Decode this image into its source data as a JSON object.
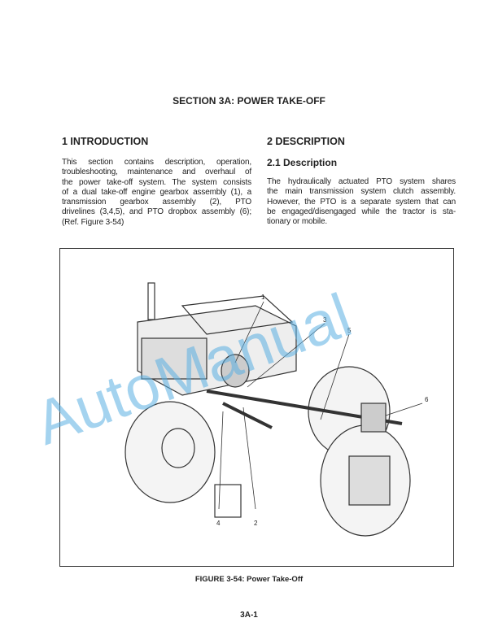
{
  "title": "SECTION 3A: POWER TAKE-OFF",
  "intro": {
    "heading": "1 INTRODUCTION",
    "lines": [
      "This section contains description, operation,",
      "troubleshooting, maintenance and overhaul of",
      "the power take-off system. The system consists",
      "of a dual take-off engine gearbox assembly (1), a",
      "transmission gearbox assembly (2), PTO",
      "drivelines (3,4,5), and PTO dropbox assembly (6);",
      "(Ref. Figure 3-54)"
    ]
  },
  "description": {
    "heading": "2 DESCRIPTION",
    "subheading": "2.1 Description",
    "lines": [
      "The hydraulically actuated PTO system shares",
      "the main transmission system clutch assembly.",
      "However, the PTO is a separate system that can",
      "be engaged/disengaged while the tractor is sta-",
      "tionary or mobile."
    ]
  },
  "figure": {
    "callouts": [
      "1",
      "2",
      "3",
      "4",
      "5",
      "6"
    ],
    "caption": "FIGURE 3-54: Power Take-Off"
  },
  "watermark": "AutoManual",
  "page_number": "3A-1"
}
